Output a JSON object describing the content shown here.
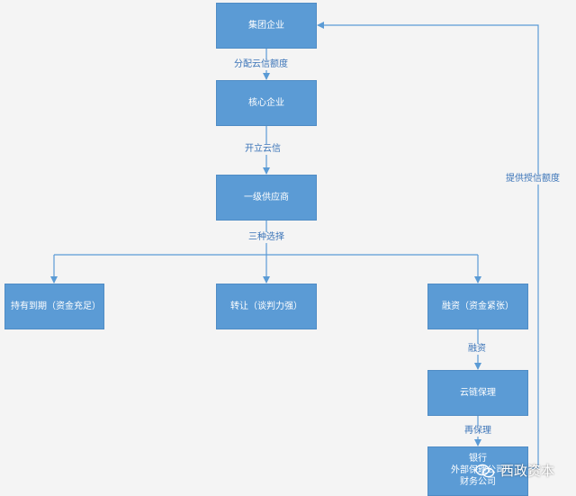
{
  "nodes": {
    "group": "集团企业",
    "core": "核心企业",
    "tier1": "一级供应商",
    "hold": "持有到期（资金充足）",
    "transfer": "转让（谈判力强）",
    "finance": "融资（资金紧张）",
    "factoring": "云链保理",
    "bank_lines": [
      "银行",
      "外部保理公司",
      "财务公司"
    ]
  },
  "edges": {
    "allocate": "分配云信额度",
    "issue": "开立云信",
    "three_choices": "三种选择",
    "financing": "融资",
    "refactoring": "再保理",
    "credit_line": "提供授信额度"
  },
  "watermark": "西政资本",
  "colors": {
    "node_fill": "#5b9bd5",
    "line": "#5b9bd5",
    "label_text": "#3b74b8",
    "background": "#f4f4f4"
  }
}
